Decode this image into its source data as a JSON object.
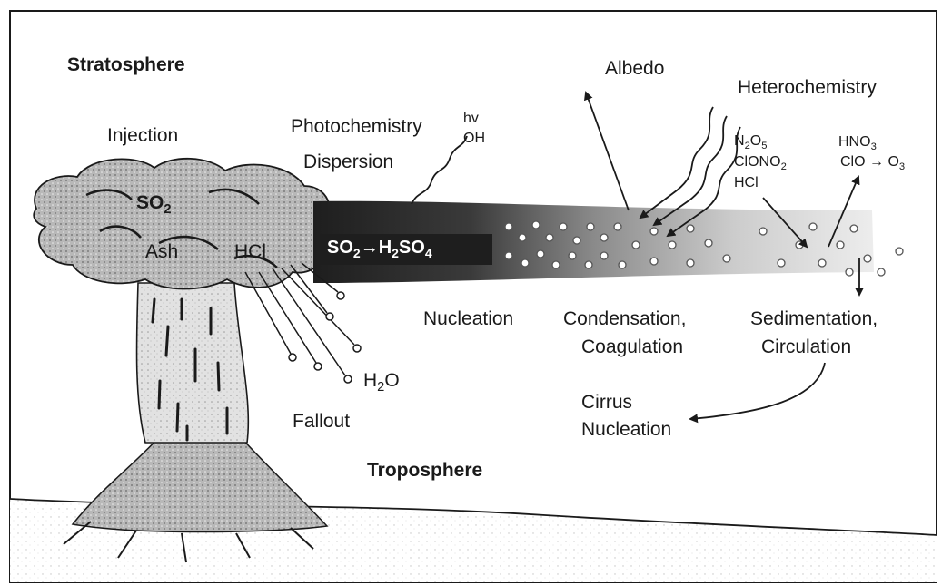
{
  "layers": {
    "stratosphere": "Stratosphere",
    "troposphere": "Troposphere"
  },
  "processes": {
    "injection": "Injection",
    "photochemistry": "Photochemistry",
    "hv": "hv",
    "oh": "OH",
    "dispersion": "Dispersion",
    "albedo": "Albedo",
    "heterochemistry": "Heterochemistry",
    "nucleation": "Nucleation",
    "condensation": "Condensation,",
    "coagulation": "Coagulation",
    "sedimentation": "Sedimentation,",
    "circulation": "Circulation",
    "cirrus": "Cirrus",
    "cirrus_nucleation": "Nucleation",
    "fallout": "Fallout"
  },
  "species": {
    "so2": "SO",
    "so2_sub": "2",
    "ash": "Ash",
    "hcl_cloud": "HCl",
    "conv_so2": "SO",
    "conv_so2_sub": "2",
    "conv_arrow": "→",
    "conv_h2so4_a": "H",
    "conv_h2so4_sub1": "2",
    "conv_h2so4_b": "SO",
    "conv_h2so4_sub2": "4",
    "n2o5_a": "N",
    "n2o5_sub1": "2",
    "n2o5_b": "O",
    "n2o5_sub2": "5",
    "clono2_a": "ClONO",
    "clono2_sub": "2",
    "hcl_plume": "HCl",
    "hno3_a": "HNO",
    "hno3_sub": "3",
    "clo": "ClO",
    "clo_arrow": "→",
    "o3_a": "O",
    "o3_sub": "3",
    "h2o_a": "H",
    "h2o_sub": "2",
    "h2o_b": "O"
  },
  "colors": {
    "ink": "#1a1a1a",
    "plume_dark": "#2a2a2a",
    "plume_light": "#cfcfcf",
    "cloud": "#9a9a9a"
  }
}
